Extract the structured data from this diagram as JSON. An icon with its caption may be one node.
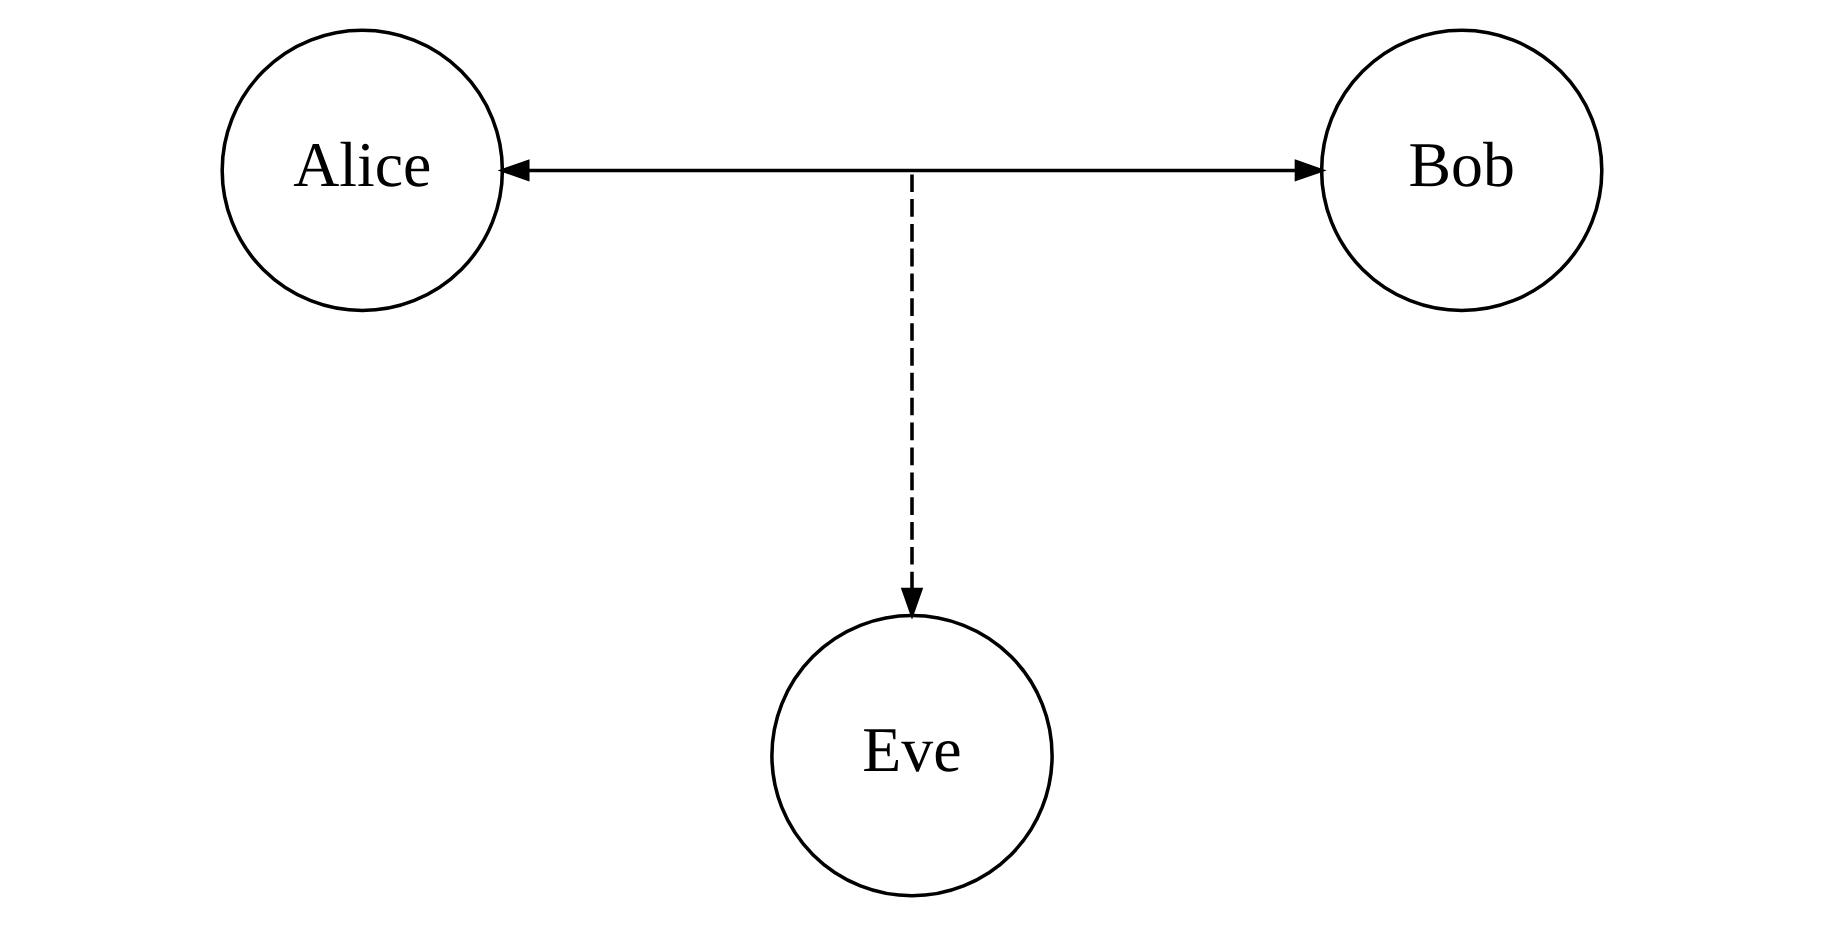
{
  "diagram": {
    "nodes": [
      {
        "text": [
          "Alice"
        ]
      },
      {
        "text": [
          "Bob"
        ]
      },
      {
        "text": [
          "Eve"
        ]
      }
    ],
    "edges": [
      {
        "from": 0,
        "to": 1,
        "arrow": "both"
      },
      {
        "from": null,
        "to": 2,
        "arrow": "to",
        "style": "dashed"
      }
    ]
  }
}
